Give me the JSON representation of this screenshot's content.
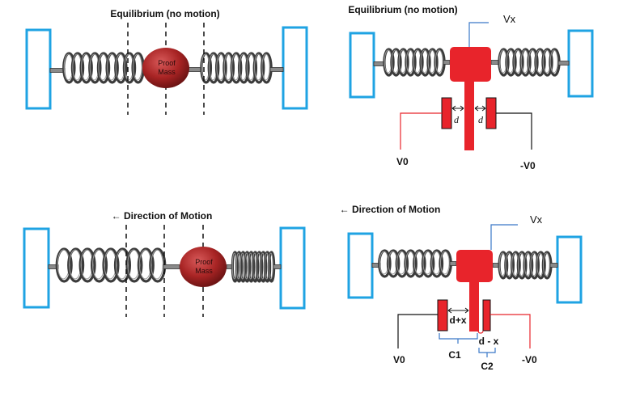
{
  "panels": {
    "top_left": {
      "title": "Equilibrium (no motion)",
      "mass_label_1": "Proof",
      "mass_label_2": "Mass"
    },
    "top_right": {
      "title": "Equilibrium (no motion)",
      "vx_label": "Vx",
      "gap_left": "d",
      "gap_right": "d",
      "v0_label": "V0",
      "neg_v0_label": "-V0"
    },
    "bottom_left": {
      "title": "← Direction of Motion",
      "mass_label_1": "Proof",
      "mass_label_2": "Mass"
    },
    "bottom_right": {
      "title": "← Direction of Motion",
      "vx_label": "Vx",
      "gap_left": "d+x",
      "gap_right": "d - x",
      "c1_label": "C1",
      "c2_label": "C2",
      "v0_label": "V0",
      "neg_v0_label": "-V0"
    }
  },
  "colors": {
    "frame": "#1fa3e3",
    "red": "#e8242b",
    "mass": "#b02a2a",
    "bracket": "#3a78c8"
  }
}
